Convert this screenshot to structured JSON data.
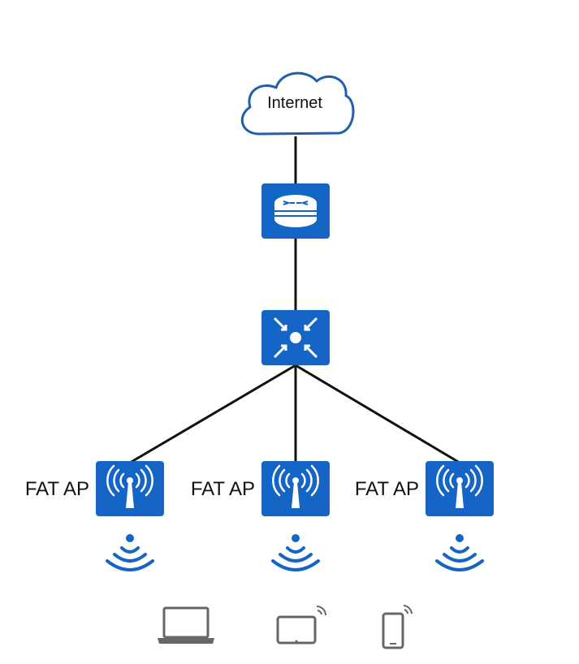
{
  "colors": {
    "device_blue": "#1565c6",
    "cloud_stroke": "#1f5fae",
    "link": "#111111",
    "client_gray": "#666666"
  },
  "cloud": {
    "label": "Internet",
    "icon": "cloud-icon"
  },
  "router": {
    "icon": "router-icon"
  },
  "switch": {
    "icon": "switch-icon"
  },
  "access_points": [
    {
      "label": "FAT AP",
      "icon": "access-point-icon"
    },
    {
      "label": "FAT AP",
      "icon": "access-point-icon"
    },
    {
      "label": "FAT AP",
      "icon": "access-point-icon"
    }
  ],
  "clients": [
    {
      "icon": "laptop-icon"
    },
    {
      "icon": "tablet-icon"
    },
    {
      "icon": "smartphone-icon"
    }
  ]
}
